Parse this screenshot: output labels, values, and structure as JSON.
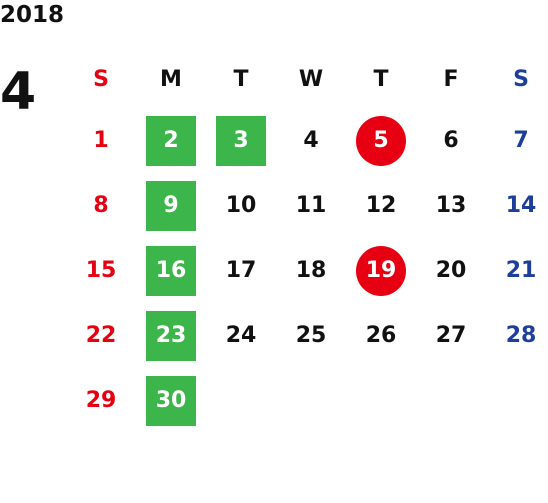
{
  "calendar": {
    "year": "2018",
    "month": "4",
    "weekdays": [
      {
        "label": "S",
        "type": "sun"
      },
      {
        "label": "M",
        "type": "wk"
      },
      {
        "label": "T",
        "type": "wk"
      },
      {
        "label": "W",
        "type": "wk"
      },
      {
        "label": "T",
        "type": "wk"
      },
      {
        "label": "F",
        "type": "wk"
      },
      {
        "label": "S",
        "type": "sat"
      }
    ],
    "colors": {
      "sunday": "#e60012",
      "saturday": "#1d3f9a",
      "green_highlight": "#3cb54a",
      "red_highlight": "#e60012"
    },
    "weeks": [
      [
        {
          "day": "1",
          "type": "sun"
        },
        {
          "day": "2",
          "type": "wk",
          "highlight": "green"
        },
        {
          "day": "3",
          "type": "wk",
          "highlight": "green"
        },
        {
          "day": "4",
          "type": "wk"
        },
        {
          "day": "5",
          "type": "wk",
          "highlight": "red"
        },
        {
          "day": "6",
          "type": "wk"
        },
        {
          "day": "7",
          "type": "sat"
        }
      ],
      [
        {
          "day": "8",
          "type": "sun"
        },
        {
          "day": "9",
          "type": "wk",
          "highlight": "green"
        },
        {
          "day": "10",
          "type": "wk"
        },
        {
          "day": "11",
          "type": "wk"
        },
        {
          "day": "12",
          "type": "wk"
        },
        {
          "day": "13",
          "type": "wk"
        },
        {
          "day": "14",
          "type": "sat"
        }
      ],
      [
        {
          "day": "15",
          "type": "sun"
        },
        {
          "day": "16",
          "type": "wk",
          "highlight": "green"
        },
        {
          "day": "17",
          "type": "wk"
        },
        {
          "day": "18",
          "type": "wk"
        },
        {
          "day": "19",
          "type": "wk",
          "highlight": "red"
        },
        {
          "day": "20",
          "type": "wk"
        },
        {
          "day": "21",
          "type": "sat"
        }
      ],
      [
        {
          "day": "22",
          "type": "sun"
        },
        {
          "day": "23",
          "type": "wk",
          "highlight": "green"
        },
        {
          "day": "24",
          "type": "wk"
        },
        {
          "day": "25",
          "type": "wk"
        },
        {
          "day": "26",
          "type": "wk"
        },
        {
          "day": "27",
          "type": "wk"
        },
        {
          "day": "28",
          "type": "sat"
        }
      ],
      [
        {
          "day": "29",
          "type": "sun"
        },
        {
          "day": "30",
          "type": "wk",
          "highlight": "green"
        }
      ]
    ]
  }
}
